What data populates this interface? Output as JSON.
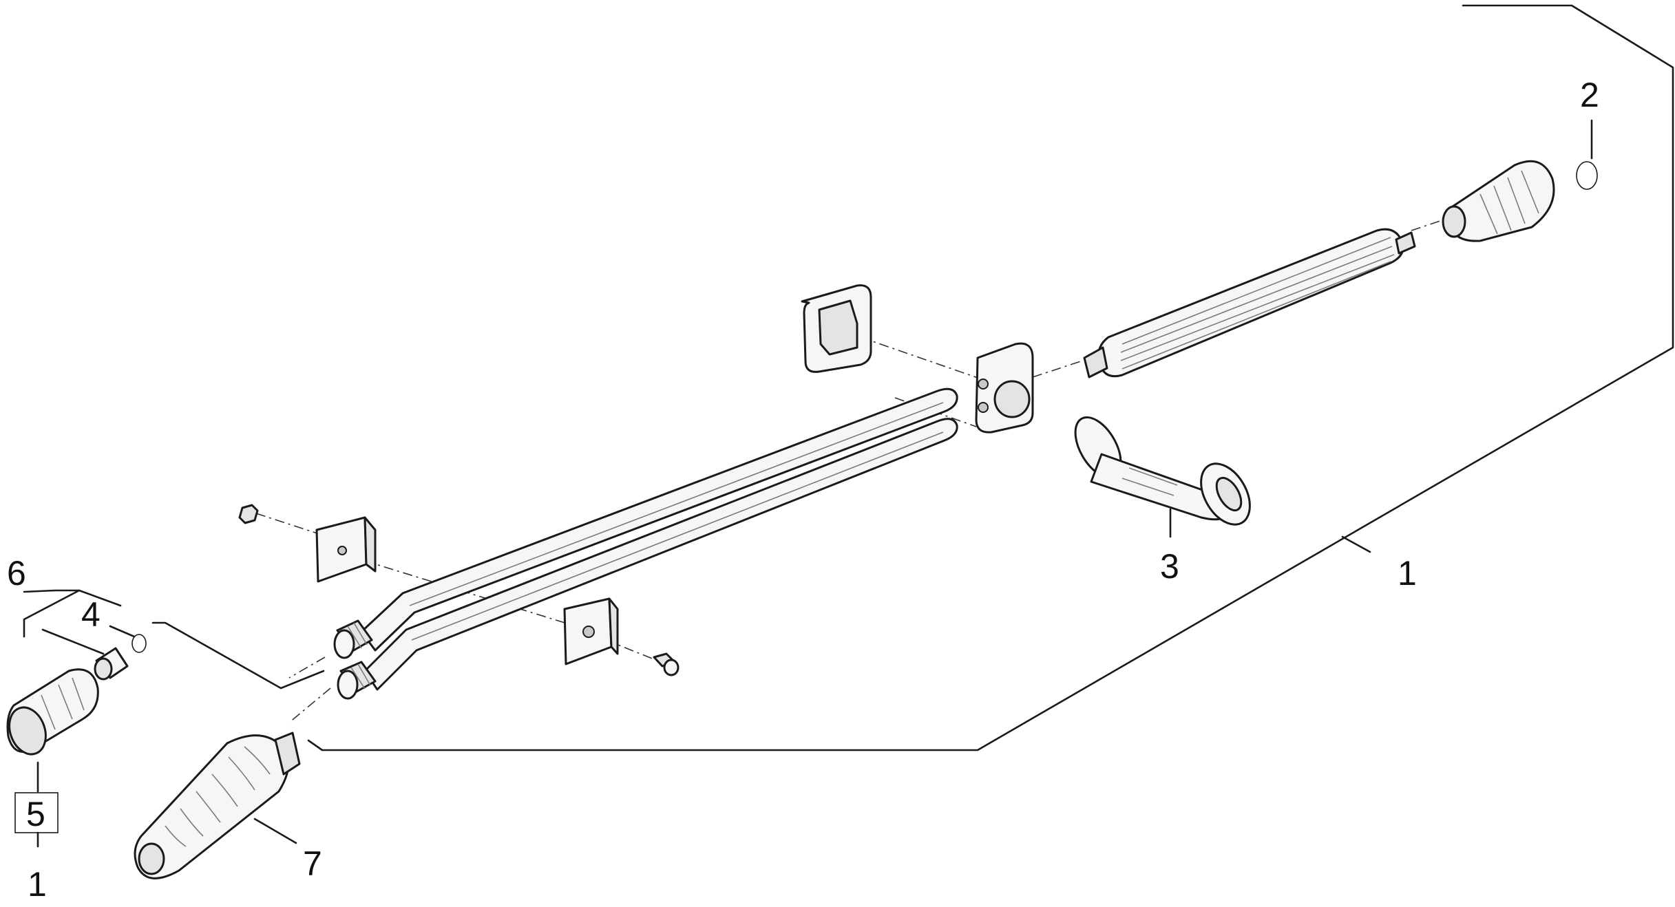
{
  "callouts": {
    "c1_right": "1",
    "c1_bottom": "1",
    "c2": "2",
    "c3": "3",
    "c4": "4",
    "c5": "5",
    "c6": "6",
    "c7": "7"
  }
}
